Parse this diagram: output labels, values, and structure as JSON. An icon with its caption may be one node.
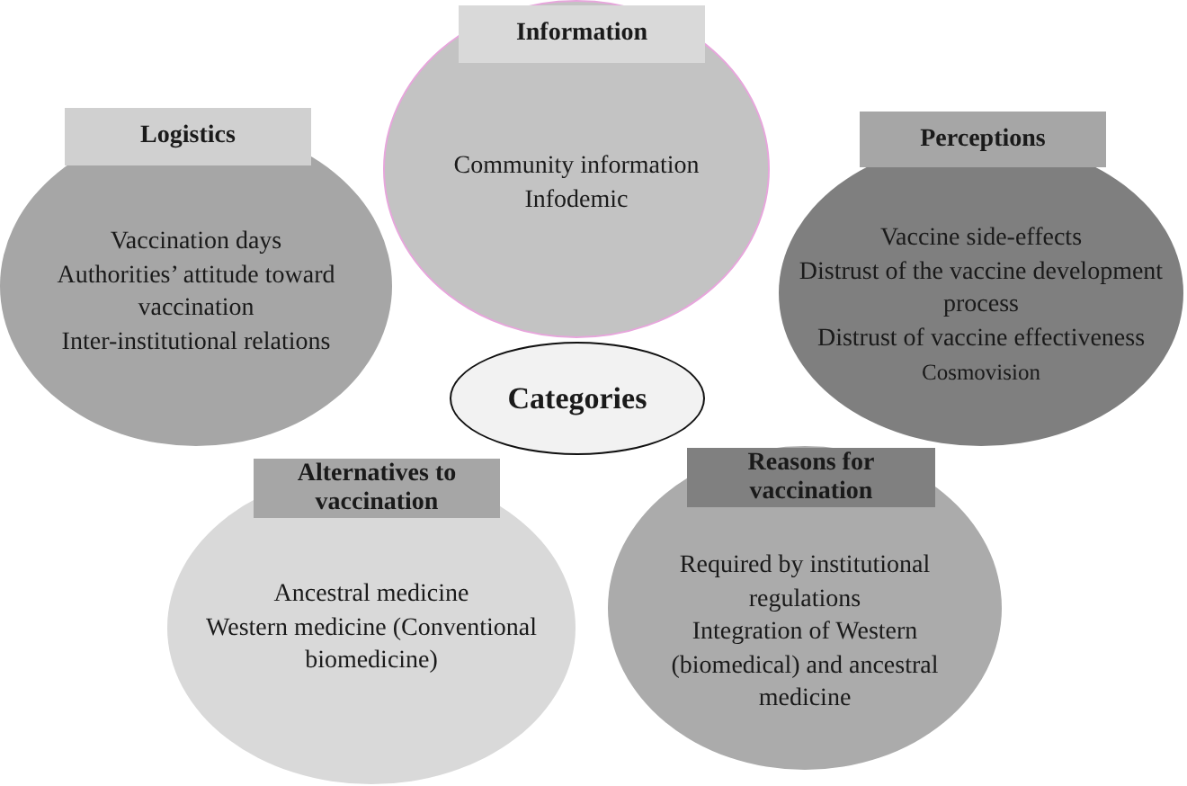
{
  "diagram": {
    "nodes": [
      {
        "text": [
          "Information",
          "Community information",
          "Infodemic"
        ]
      },
      {
        "text": [
          "Logistics",
          "Vaccination days",
          "Authorities’ attitude toward vaccination",
          "Inter-institutional relations"
        ]
      },
      {
        "text": [
          "Perceptions",
          "Vaccine side-effects",
          "Distrust of the vaccine development process",
          "Distrust of vaccine effectiveness",
          "Cosmovision"
        ]
      },
      {
        "text": [
          "Categories"
        ]
      },
      {
        "text": [
          "Alternatives to vaccination",
          "Ancestral medicine",
          "Western medicine (Conventional biomedicine)"
        ]
      },
      {
        "text": [
          "Reasons for vaccination",
          "Required by institutional regulations",
          "Integration of Western (biomedical) and ancestral medicine"
        ]
      }
    ]
  }
}
